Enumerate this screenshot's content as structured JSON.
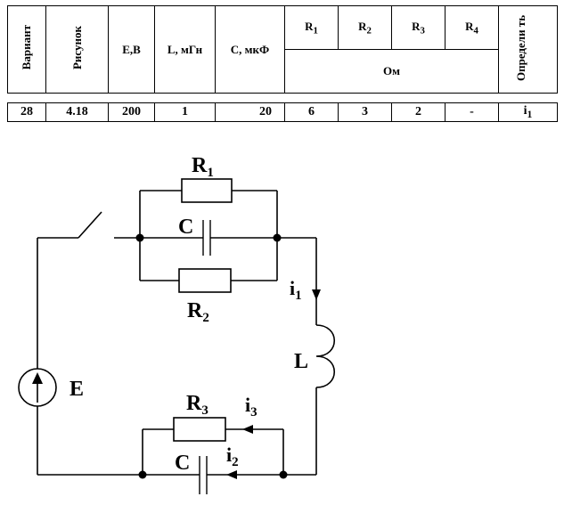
{
  "table": {
    "headers": {
      "variant": "Вариант",
      "figure": "Рисунок",
      "e": "E,B",
      "l": "L, мГн",
      "c": "C, мкФ",
      "r1": "R",
      "r1_sub": "1",
      "r2": "R",
      "r2_sub": "2",
      "r3": "R",
      "r3_sub": "3",
      "r4": "R",
      "r4_sub": "4",
      "determine": "Определи ть",
      "unit": "Ом"
    },
    "row": {
      "variant": "28",
      "figure": "4.18",
      "e": "200",
      "l": "1",
      "c": "20",
      "r1": "6",
      "r2": "3",
      "r3": "2",
      "r4": "-",
      "determine": "i",
      "determine_sub": "1"
    }
  },
  "circuit": {
    "r1": "R",
    "r1_sub": "1",
    "c_top": "C",
    "r2": "R",
    "r2_sub": "2",
    "i1": "i",
    "i1_sub": "1",
    "l": "L",
    "e": "E",
    "r3": "R",
    "r3_sub": "3",
    "i3": "i",
    "i3_sub": "3",
    "c_bot": "C",
    "i2": "i",
    "i2_sub": "2"
  }
}
